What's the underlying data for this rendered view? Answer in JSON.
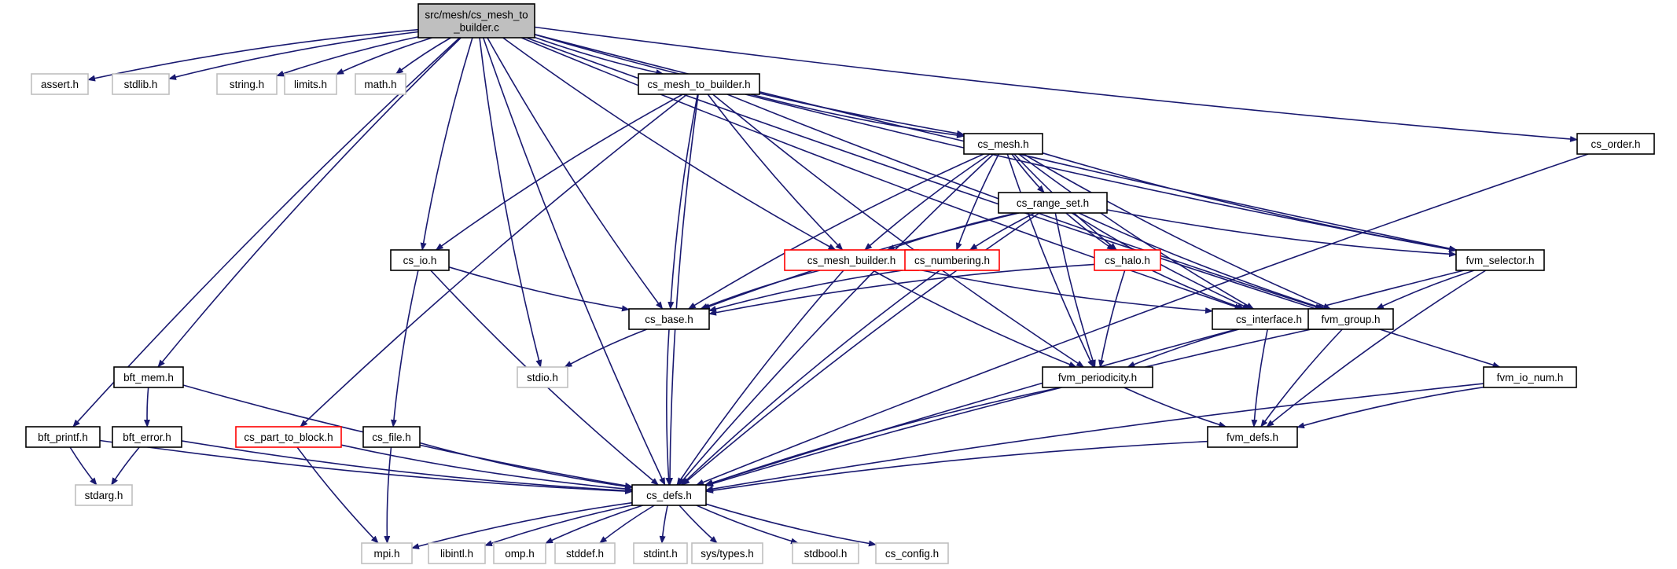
{
  "diagram": {
    "type": "include-dependency-graph",
    "colors": {
      "edge": "#191970",
      "root_fill": "#bfbfbf",
      "documented_border": "#000000",
      "incomplete_border": "#ff0000",
      "external_border": "#bfbfbf",
      "text_external": "#000000"
    },
    "nodes": [
      {
        "id": "root",
        "label": "src/mesh/cs_mesh_to\n_builder.c",
        "kind": "root"
      },
      {
        "id": "assert",
        "label": "assert.h",
        "kind": "external"
      },
      {
        "id": "stdlib",
        "label": "stdlib.h",
        "kind": "external"
      },
      {
        "id": "string",
        "label": "string.h",
        "kind": "external"
      },
      {
        "id": "limits",
        "label": "limits.h",
        "kind": "external"
      },
      {
        "id": "math",
        "label": "math.h",
        "kind": "external"
      },
      {
        "id": "mtb",
        "label": "cs_mesh_to_builder.h",
        "kind": "documented"
      },
      {
        "id": "order",
        "label": "cs_order.h",
        "kind": "documented"
      },
      {
        "id": "mesh",
        "label": "cs_mesh.h",
        "kind": "documented"
      },
      {
        "id": "rangeset",
        "label": "cs_range_set.h",
        "kind": "documented"
      },
      {
        "id": "io",
        "label": "cs_io.h",
        "kind": "documented"
      },
      {
        "id": "meshbuilder",
        "label": "cs_mesh_builder.h",
        "kind": "incomplete"
      },
      {
        "id": "numbering",
        "label": "cs_numbering.h",
        "kind": "incomplete"
      },
      {
        "id": "halo",
        "label": "cs_halo.h",
        "kind": "incomplete"
      },
      {
        "id": "selector",
        "label": "fvm_selector.h",
        "kind": "documented"
      },
      {
        "id": "base",
        "label": "cs_base.h",
        "kind": "documented"
      },
      {
        "id": "interface",
        "label": "cs_interface.h",
        "kind": "documented"
      },
      {
        "id": "group",
        "label": "fvm_group.h",
        "kind": "documented"
      },
      {
        "id": "bftmem",
        "label": "bft_mem.h",
        "kind": "documented"
      },
      {
        "id": "stdio",
        "label": "stdio.h",
        "kind": "external"
      },
      {
        "id": "periodicity",
        "label": "fvm_periodicity.h",
        "kind": "documented"
      },
      {
        "id": "ionum",
        "label": "fvm_io_num.h",
        "kind": "documented"
      },
      {
        "id": "bftprintf",
        "label": "bft_printf.h",
        "kind": "documented"
      },
      {
        "id": "bfterror",
        "label": "bft_error.h",
        "kind": "documented"
      },
      {
        "id": "ptb",
        "label": "cs_part_to_block.h",
        "kind": "incomplete"
      },
      {
        "id": "file",
        "label": "cs_file.h",
        "kind": "documented"
      },
      {
        "id": "fvmdefs",
        "label": "fvm_defs.h",
        "kind": "documented"
      },
      {
        "id": "stdarg",
        "label": "stdarg.h",
        "kind": "external"
      },
      {
        "id": "csdefs",
        "label": "cs_defs.h",
        "kind": "documented"
      },
      {
        "id": "mpi",
        "label": "mpi.h",
        "kind": "external"
      },
      {
        "id": "libintl",
        "label": "libintl.h",
        "kind": "external"
      },
      {
        "id": "omp",
        "label": "omp.h",
        "kind": "external"
      },
      {
        "id": "stddef",
        "label": "stddef.h",
        "kind": "external"
      },
      {
        "id": "stdint",
        "label": "stdint.h",
        "kind": "external"
      },
      {
        "id": "systypes",
        "label": "sys/types.h",
        "kind": "external"
      },
      {
        "id": "stdbool",
        "label": "stdbool.h",
        "kind": "external"
      },
      {
        "id": "csconfig",
        "label": "cs_config.h",
        "kind": "external"
      }
    ],
    "edges": [
      [
        "root",
        "assert"
      ],
      [
        "root",
        "stdlib"
      ],
      [
        "root",
        "string"
      ],
      [
        "root",
        "limits"
      ],
      [
        "root",
        "math"
      ],
      [
        "root",
        "mtb"
      ],
      [
        "root",
        "order"
      ],
      [
        "root",
        "mesh"
      ],
      [
        "root",
        "io"
      ],
      [
        "root",
        "meshbuilder"
      ],
      [
        "root",
        "base"
      ],
      [
        "root",
        "stdio"
      ],
      [
        "root",
        "interface"
      ],
      [
        "root",
        "selector"
      ],
      [
        "root",
        "ionum"
      ],
      [
        "root",
        "bftmem"
      ],
      [
        "root",
        "bftprintf"
      ],
      [
        "root",
        "csdefs"
      ],
      [
        "mtb",
        "mesh"
      ],
      [
        "mtb",
        "io"
      ],
      [
        "mtb",
        "meshbuilder"
      ],
      [
        "mtb",
        "base"
      ],
      [
        "mtb",
        "ptb"
      ],
      [
        "mtb",
        "csdefs"
      ],
      [
        "mtb",
        "selector"
      ],
      [
        "mtb",
        "group"
      ],
      [
        "mtb",
        "periodicity"
      ],
      [
        "mesh",
        "rangeset"
      ],
      [
        "mesh",
        "meshbuilder"
      ],
      [
        "mesh",
        "numbering"
      ],
      [
        "mesh",
        "halo"
      ],
      [
        "mesh",
        "base"
      ],
      [
        "mesh",
        "csdefs"
      ],
      [
        "mesh",
        "interface"
      ],
      [
        "mesh",
        "group"
      ],
      [
        "mesh",
        "selector"
      ],
      [
        "mesh",
        "periodicity"
      ],
      [
        "rangeset",
        "meshbuilder"
      ],
      [
        "rangeset",
        "numbering"
      ],
      [
        "rangeset",
        "halo"
      ],
      [
        "rangeset",
        "base"
      ],
      [
        "rangeset",
        "csdefs"
      ],
      [
        "rangeset",
        "interface"
      ],
      [
        "rangeset",
        "group"
      ],
      [
        "rangeset",
        "selector"
      ],
      [
        "rangeset",
        "periodicity"
      ],
      [
        "io",
        "base"
      ],
      [
        "io",
        "file"
      ],
      [
        "io",
        "csdefs"
      ],
      [
        "meshbuilder",
        "base"
      ],
      [
        "meshbuilder",
        "csdefs"
      ],
      [
        "meshbuilder",
        "interface"
      ],
      [
        "meshbuilder",
        "periodicity"
      ],
      [
        "numbering",
        "base"
      ],
      [
        "numbering",
        "csdefs"
      ],
      [
        "halo",
        "base"
      ],
      [
        "halo",
        "interface"
      ],
      [
        "halo",
        "periodicity"
      ],
      [
        "selector",
        "group"
      ],
      [
        "selector",
        "fvmdefs"
      ],
      [
        "selector",
        "csdefs"
      ],
      [
        "base",
        "stdio"
      ],
      [
        "base",
        "csdefs"
      ],
      [
        "interface",
        "periodicity"
      ],
      [
        "interface",
        "fvmdefs"
      ],
      [
        "group",
        "fvmdefs"
      ],
      [
        "group",
        "csdefs"
      ],
      [
        "periodicity",
        "fvmdefs"
      ],
      [
        "periodicity",
        "csdefs"
      ],
      [
        "ionum",
        "fvmdefs"
      ],
      [
        "ionum",
        "csdefs"
      ],
      [
        "order",
        "csdefs"
      ],
      [
        "bftmem",
        "bfterror"
      ],
      [
        "bftmem",
        "csdefs"
      ],
      [
        "bftprintf",
        "stdarg"
      ],
      [
        "bftprintf",
        "csdefs"
      ],
      [
        "bfterror",
        "stdarg"
      ],
      [
        "bfterror",
        "csdefs"
      ],
      [
        "ptb",
        "mpi"
      ],
      [
        "ptb",
        "csdefs"
      ],
      [
        "file",
        "mpi"
      ],
      [
        "file",
        "csdefs"
      ],
      [
        "fvmdefs",
        "csdefs"
      ],
      [
        "csdefs",
        "mpi"
      ],
      [
        "csdefs",
        "libintl"
      ],
      [
        "csdefs",
        "omp"
      ],
      [
        "csdefs",
        "stddef"
      ],
      [
        "csdefs",
        "stdint"
      ],
      [
        "csdefs",
        "systypes"
      ],
      [
        "csdefs",
        "stdbool"
      ],
      [
        "csdefs",
        "csconfig"
      ]
    ]
  }
}
